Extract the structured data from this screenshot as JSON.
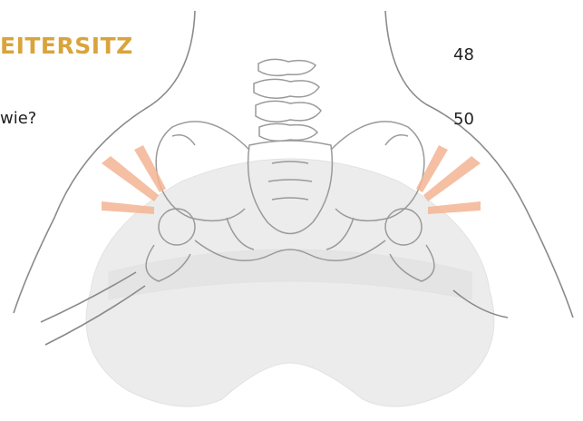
{
  "toc": {
    "heading": "EITERSITZ",
    "heading_page": "48",
    "entry": "wie?",
    "entry_page": "50"
  },
  "colors": {
    "heading": "#d9a43c",
    "highlight": "#f4b593",
    "line": "#8a8a8a",
    "saddle": "#ececec"
  },
  "illustration": {
    "icon": "pelvis-on-saddle-illustration"
  }
}
